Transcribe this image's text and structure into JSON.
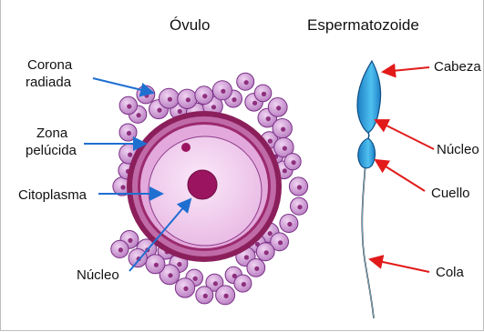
{
  "titles": {
    "ovulo": "Óvulo",
    "espermatozoide": "Espermatozoide"
  },
  "ovulo_labels": {
    "corona_1": "Corona",
    "corona_2": "radiada",
    "zona_1": "Zona",
    "zona_2": "pelúcida",
    "citoplasma": "Citoplasma",
    "nucleo": "Núcleo"
  },
  "sperm_labels": {
    "cabeza": "Cabeza",
    "nucleo": "Núcleo",
    "cuello": "Cuello",
    "cola": "Cola"
  },
  "colors": {
    "corona_cell": "#c98fd0",
    "corona_cell_edge": "#7a2f86",
    "zona_outer": "#8b1f5c",
    "zona_band": "#c06aa8",
    "cytoplasm": "#f1cdee",
    "cytoplasm_inner": "#f7dff5",
    "nucleus": "#9b1460",
    "arrow_blue": "#1f6fd1",
    "arrow_red": "#e21a1a",
    "sperm_head": "#2fa6e6"
  }
}
